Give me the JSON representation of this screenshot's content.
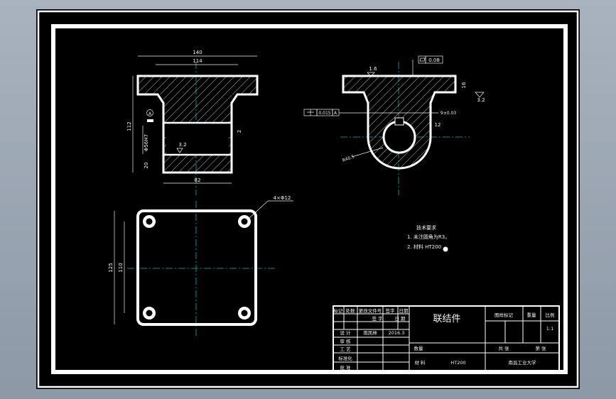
{
  "colors": {
    "background": "#a9b3bf",
    "sheet": "#000000",
    "outline": "#ffffff",
    "dimension": "#f2f2f2",
    "centerline": "#00b7b7",
    "hatch": "#cfcfcf"
  },
  "front_view": {
    "dim_top_width": "140",
    "dim_inner_width": "114",
    "dim_height": "112",
    "dim_diameter": "Φ56H7",
    "dim_lower": "20",
    "dim_bottom_width": "82",
    "dim_side": "2",
    "roughness": "3.2",
    "datum": "A"
  },
  "side_view": {
    "flatness_value": "0.08",
    "roughness_top": "1.6",
    "roughness_right": "3.2",
    "dim_flange": "16",
    "perpendicularity": "0.015",
    "perpendicularity_datum": "A",
    "keyway": "9±0.03",
    "keyway_depth": "12",
    "radius": "R40.5"
  },
  "plan_view": {
    "holes_label": "4×Φ12",
    "dim_outer": "125",
    "dim_inner": "110"
  },
  "notes": {
    "heading": "技术要求",
    "line1": "1. 未注圆角为R3。",
    "line2": "2. 材料 HT200"
  },
  "title_block": {
    "part_name": "联结件",
    "hdr_mark": "标记",
    "hdr_count": "处数",
    "hdr_doc": "更改文件号",
    "hdr_sign": "签字",
    "hdr_date": "日期",
    "sign2": "签 字",
    "date2": "日 期",
    "row_design": "设 计",
    "designer": "雨凤林",
    "design_date": "2016.3",
    "row_draw": "审 核",
    "row_process": "工 艺",
    "row_std": "标准化",
    "row_approve": "批 准",
    "qty_label": "数量",
    "material_label": "材 料",
    "material": "HT200",
    "stage_mark": "图样标记",
    "weight": "重量",
    "scale_label": "比例",
    "scale": "1:1",
    "total_sheets": "共 张",
    "sheet_no": "第 张",
    "school": "南昌工业大学"
  }
}
